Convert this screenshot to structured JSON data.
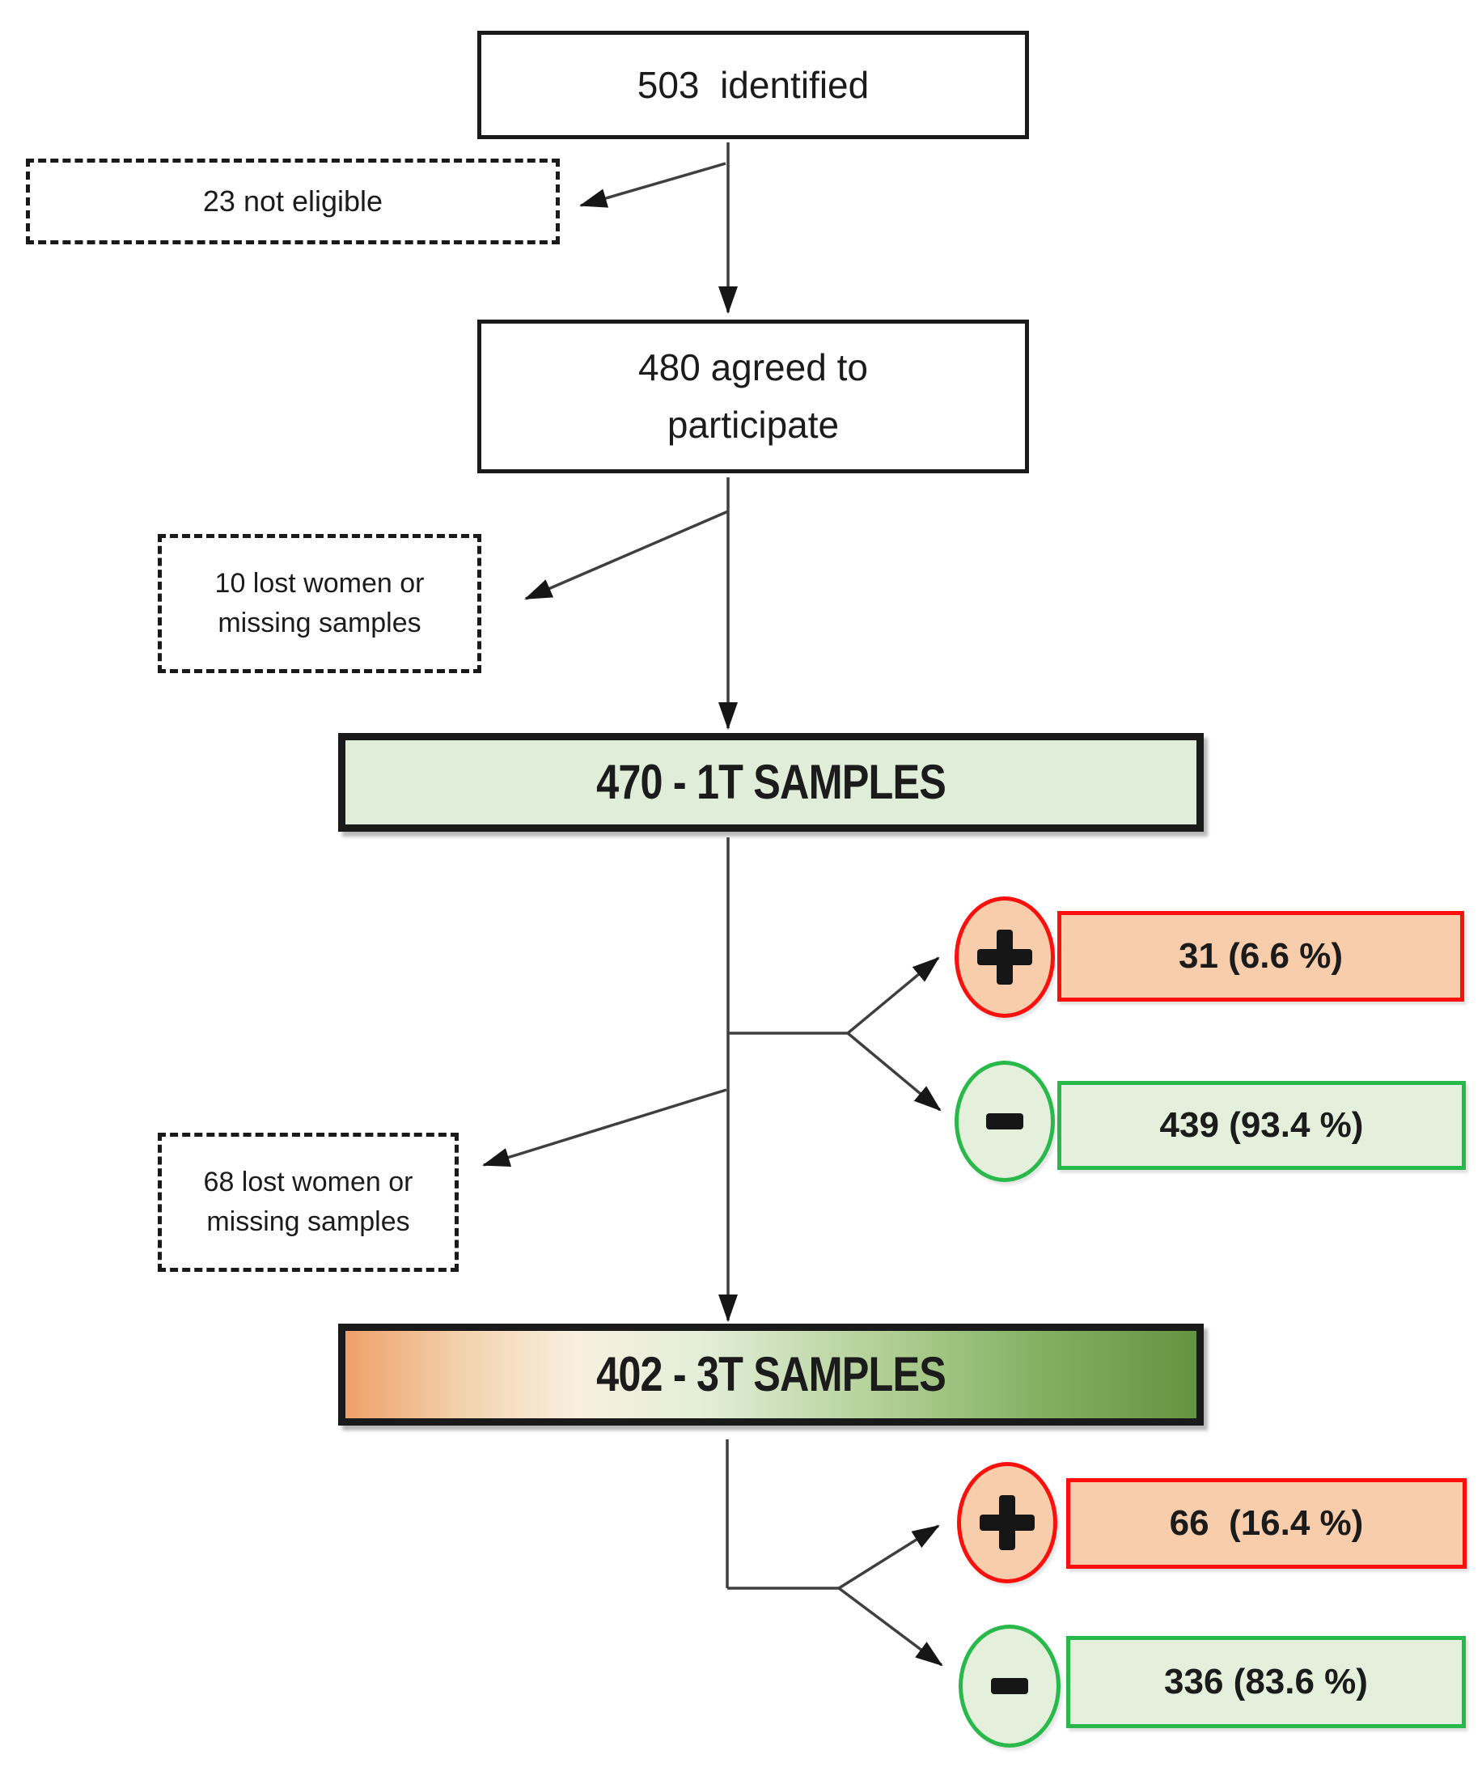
{
  "figure": {
    "type": "study-enrollment-flowchart",
    "nodes": {
      "identified": "503  identified",
      "not_eligible": "23 not eligible",
      "agreed": "480 agreed to\nparticipate",
      "lost_1t": "10 lost women or\nmissing samples",
      "samples_1t": "470 - 1T SAMPLES",
      "positive_1t": "31 (6.6 %)",
      "negative_1t": "439 (93.4 %)",
      "lost_3t": "68 lost women or\nmissing samples",
      "samples_3t": "402 - 3T SAMPLES",
      "positive_3t": "66  (16.4 %)",
      "negative_3t": "336 (83.6 %)",
      "plus_sign": "+",
      "minus_sign": "-"
    },
    "colors": {
      "box_border": "#1a1a1a",
      "line": "#3f3f3f",
      "positive_fill": "#f7cdab",
      "positive_border": "#fb100d",
      "negative_fill": "#e4f0db",
      "negative_border": "#29b94b",
      "samples_1t_fill": "#e0edd8",
      "gradient_left_orange": "#efa06a",
      "gradient_right_green": "#649440"
    }
  }
}
